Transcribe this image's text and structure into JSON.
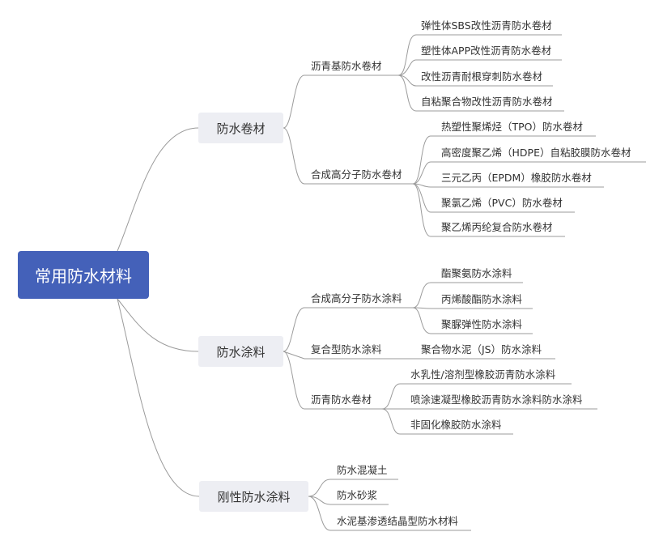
{
  "root": "常用防水材料",
  "branches": [
    {
      "label": "防水卷材",
      "groups": [
        {
          "label": "沥青基防水卷材",
          "items": [
            "弹性体SBS改性沥青防水卷材",
            "塑性体APP改性沥青防水卷材",
            "改性沥青耐根穿刺防水卷材",
            "自粘聚合物改性沥青防水卷材"
          ]
        },
        {
          "label": "合成高分子防水卷材",
          "items": [
            "热塑性聚烯烃（TPO）防水卷材",
            "高密度聚乙烯（HDPE）自粘胶膜防水卷材",
            "三元乙丙（EPDM）橡胶防水卷材",
            "聚氯乙烯（PVC）防水卷材",
            "聚乙烯丙纶复合防水卷材"
          ]
        }
      ]
    },
    {
      "label": "防水涂料",
      "groups": [
        {
          "label": "合成高分子防水涂料",
          "items": [
            "酯聚氨防水涂料",
            "丙烯酸酯防水涂料",
            "聚脲弹性防水涂料"
          ]
        },
        {
          "label": "复合型防水涂料",
          "items": [
            "聚合物水泥（JS）防水涂料"
          ]
        },
        {
          "label": "沥青防水卷材",
          "items": [
            "水乳性/溶剂型橡胶沥青防水涂料",
            "喷涂速凝型橡胶沥青防水涂料防水涂料",
            "非固化橡胶防水涂料"
          ]
        }
      ]
    },
    {
      "label": "刚性防水涂料",
      "items": [
        "防水混凝土",
        "防水砂浆",
        "水泥基渗透结晶型防水材料"
      ]
    }
  ]
}
